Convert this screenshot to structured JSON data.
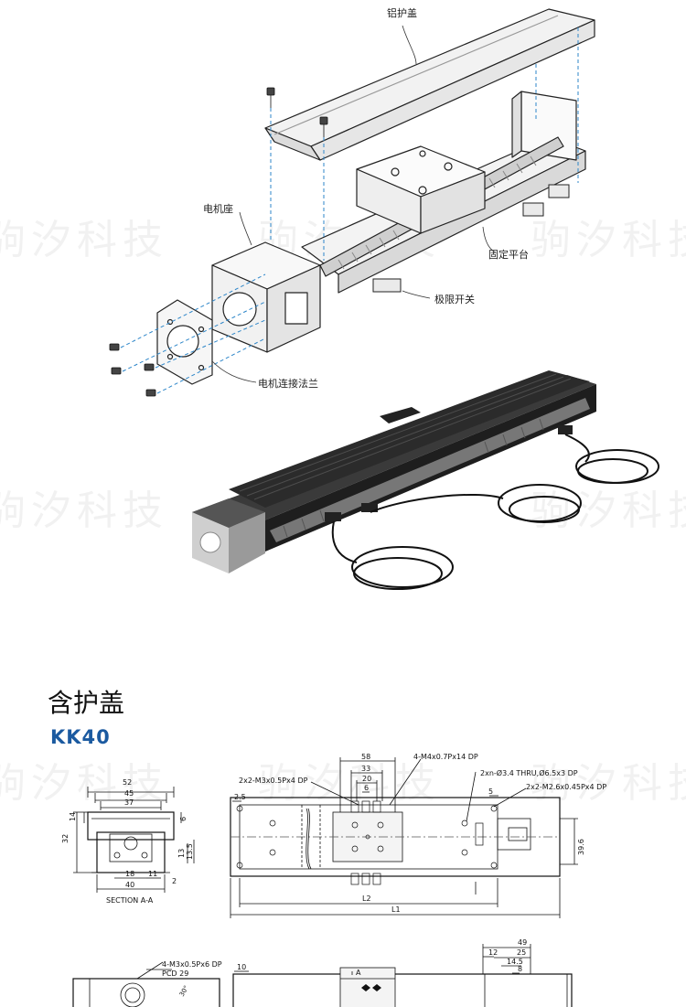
{
  "watermark": "驹汐科技",
  "exploded_view": {
    "labels": {
      "cover": "铝护盖",
      "motor_seat": "电机座",
      "platform": "固定平台",
      "limit_switch": "极限开关",
      "flange": "电机连接法兰"
    }
  },
  "section": {
    "title": "含护盖",
    "model": "KK40"
  },
  "drawing": {
    "front": {
      "top_width": "52",
      "width_45": "45",
      "width_37": "37",
      "h_14": "14",
      "h_32": "32",
      "h_6": "6",
      "h_13": "13",
      "h_13_5": "13.5",
      "b_18": "18",
      "b_11": "11",
      "b_40": "40",
      "b_2": "2",
      "caption": "SECTION A-A"
    },
    "top": {
      "d58": "58",
      "d33": "33",
      "d20": "20",
      "d6": "6",
      "d2_5": "2.5",
      "d5": "5",
      "d39_6": "39.6",
      "m3_note": "2x2-M3x0.5Px4 DP",
      "m4_note": "4-M4x0.7Px14 DP",
      "thru_note": "2xn-Ø3.4 THRU,Ø6.5x3 DP",
      "m2_note": "2x2-M2.6x0.45Px4 DP",
      "l2": "L2",
      "l1": "L1"
    },
    "side": {
      "m3_note": "4-M3x0.5Px6 DP",
      "pcd": "PCD  29",
      "angle": "30°",
      "d10": "10",
      "a": "A",
      "d49": "49",
      "d25": "25",
      "d12": "12",
      "d14_5": "14.5",
      "d8": "8"
    }
  }
}
